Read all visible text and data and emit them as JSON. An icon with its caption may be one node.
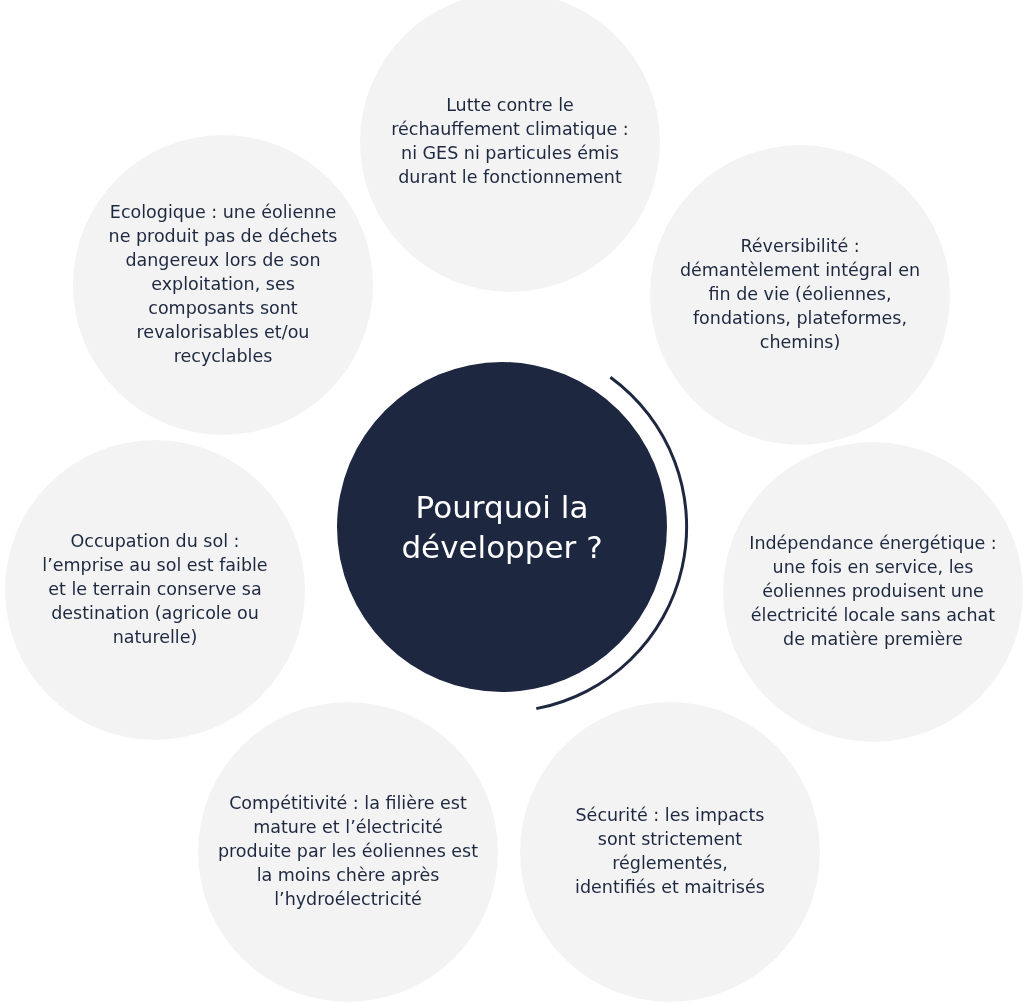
{
  "diagram": {
    "nodes": [
      {
        "text": [
          "Pourquoi la développer ?"
        ]
      },
      {
        "text": [
          "Lutte contre le réchauffement climatique :  ni GES ni particules émis durant le fonctionnement"
        ]
      },
      {
        "text": [
          "Ecologique : une éolienne ne produit pas de déchets dangereux lors de son exploitation, ses composants sont revalorisables et/ou recyclables"
        ]
      },
      {
        "text": [
          "Réversibilité : démantèlement intégral en fin de vie (éoliennes, fondations, plateformes, chemins)"
        ]
      },
      {
        "text": [
          "Occupation du sol : l’emprise au sol est faible et le terrain conserve sa destination (agricole ou naturelle)"
        ]
      },
      {
        "text": [
          "Indépendance énergétique : une fois en service, les éoliennes produisent une électricité locale sans achat de matière première"
        ]
      },
      {
        "text": [
          "Compétitivité : la filière est mature et l’électricité produite par les éoliennes est la moins chère après l’hydroélectricité"
        ]
      },
      {
        "text": [
          "Sécurité : les impacts sont strictement réglementés, identifiés et maitrisés"
        ]
      },
      {
        "text": [],
        "shape": "arc"
      }
    ]
  }
}
